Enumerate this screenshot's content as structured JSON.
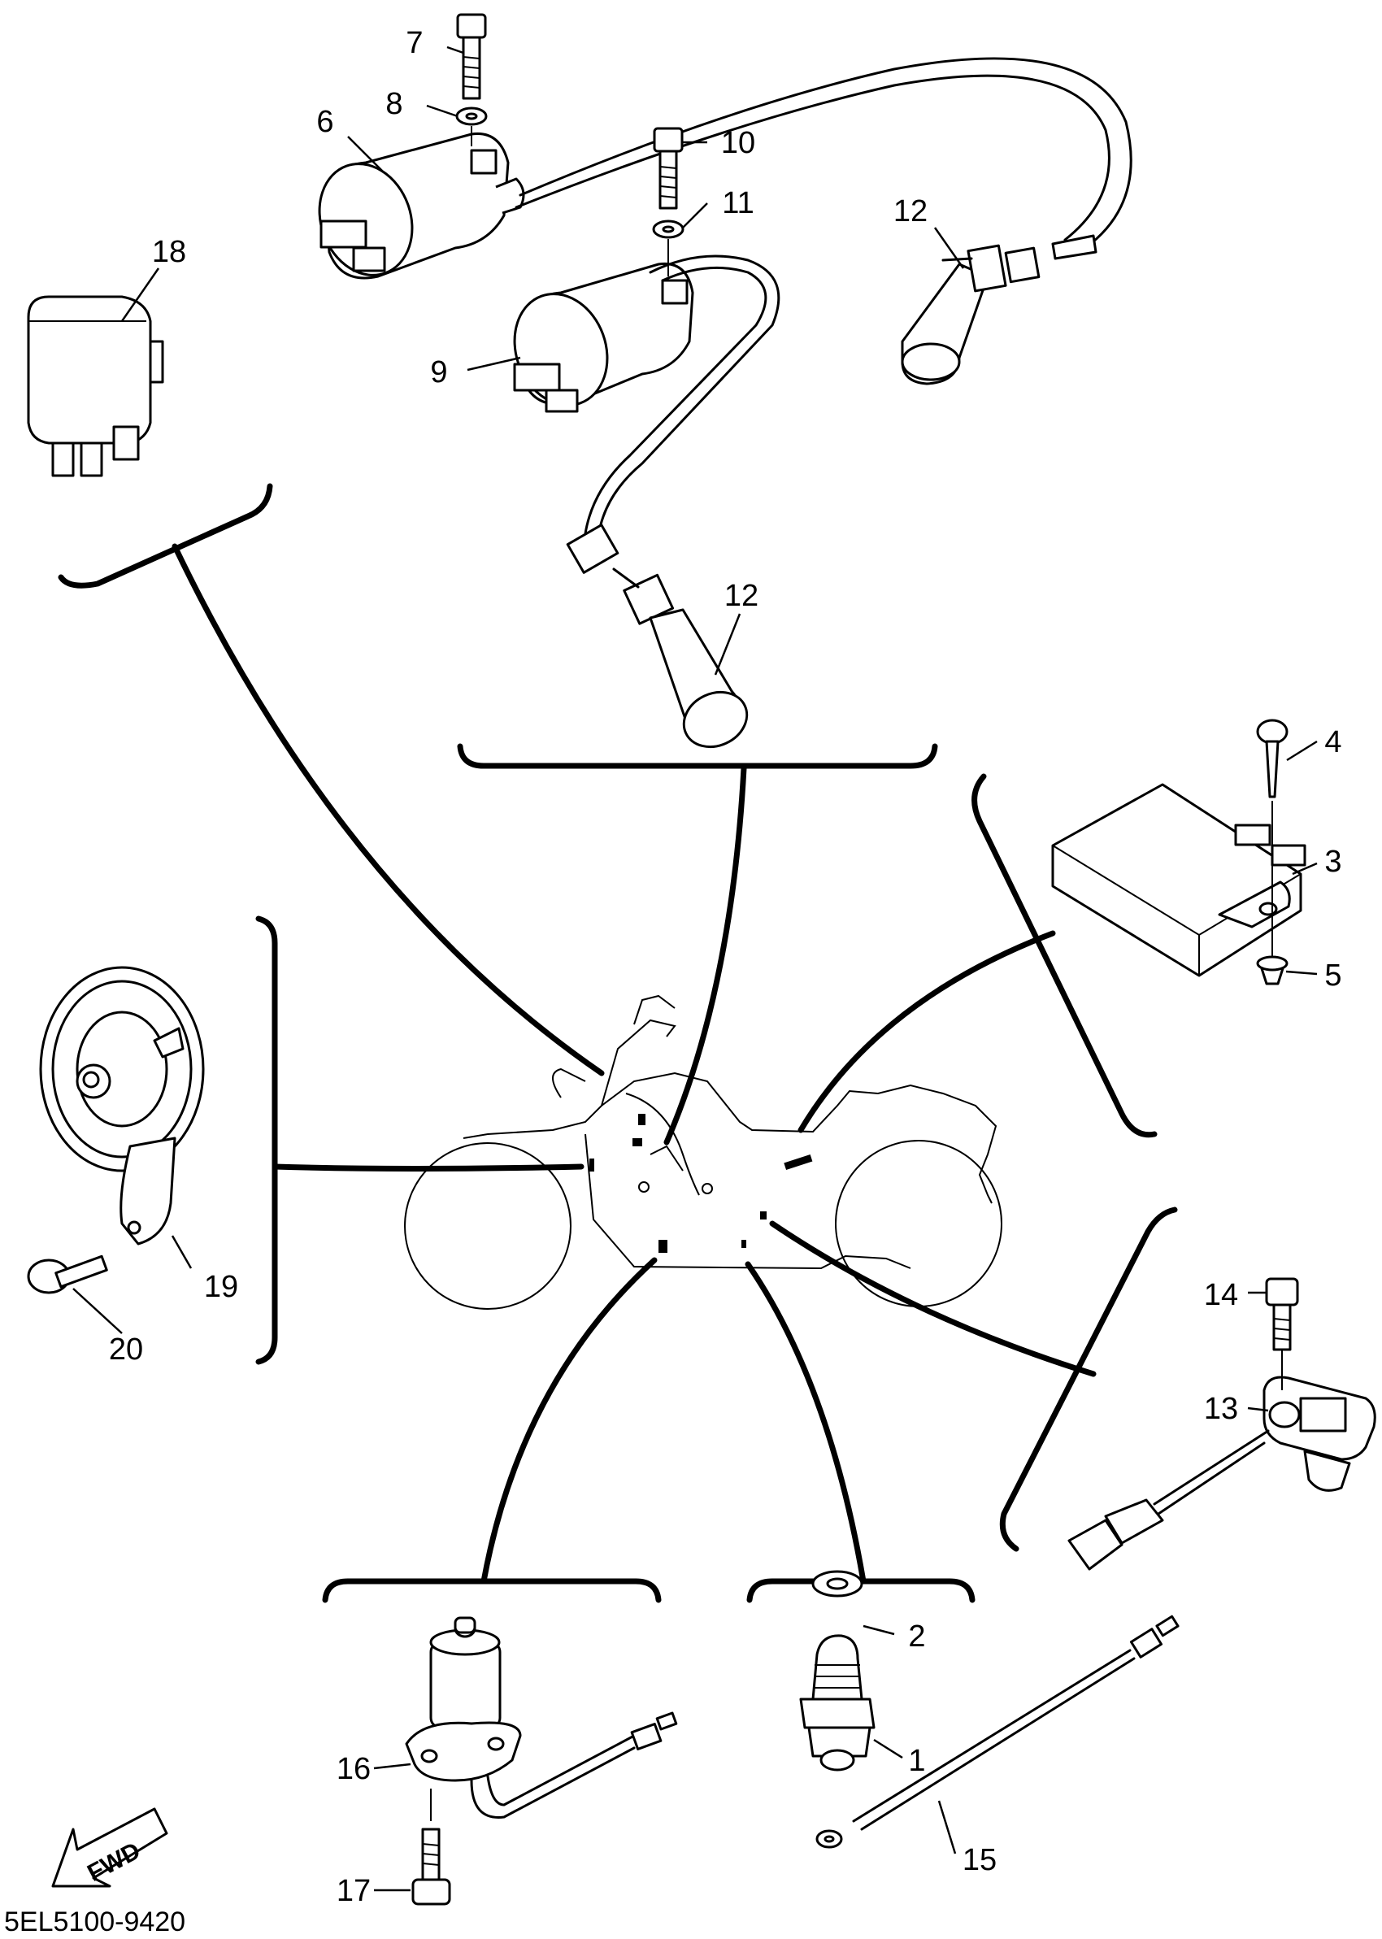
{
  "diagram_code": "5EL5100-9420",
  "fwd_label": "FWD",
  "callouts": {
    "c1": "1",
    "c2": "2",
    "c3": "3",
    "c4": "4",
    "c5": "5",
    "c6": "6",
    "c7": "7",
    "c8": "8",
    "c9": "9",
    "c10": "10",
    "c11": "11",
    "c12a": "12",
    "c12b": "12",
    "c13": "13",
    "c14": "14",
    "c15": "15",
    "c16": "16",
    "c17": "17",
    "c18": "18",
    "c19": "19",
    "c20": "20"
  }
}
